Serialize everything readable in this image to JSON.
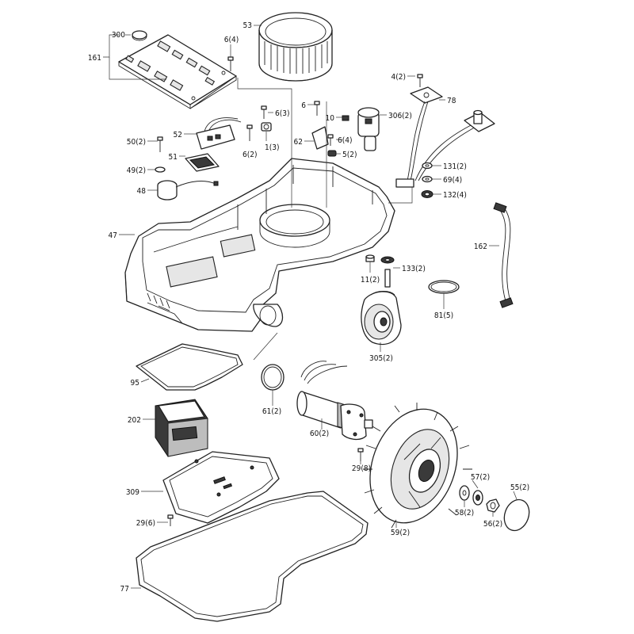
{
  "labels": {
    "l300": "300",
    "l161": "161",
    "l6_4_top": "6(4)",
    "l53": "53",
    "l4_2": "4(2)",
    "l78": "78",
    "l6_3": "6(3)",
    "l6": "6",
    "l10": "10",
    "l306_2": "306(2)",
    "l52": "52",
    "l50_2": "50(2)",
    "l1_3": "1(3)",
    "l62": "62",
    "l6_4_mid": "6(4)",
    "l51": "51",
    "l6_2": "6(2)",
    "l5_2": "5(2)",
    "l131_2": "131(2)",
    "l49_2": "49(2)",
    "l69_4": "69(4)",
    "l48": "48",
    "l132_4": "132(4)",
    "l162": "162",
    "l47": "47",
    "l133_2": "133(2)",
    "l11_2": "11(2)",
    "l81_5": "81(5)",
    "l305_2": "305(2)",
    "l95": "95",
    "l61_2": "61(2)",
    "l60_2": "60(2)",
    "l202": "202",
    "l29_8": "29(8)",
    "l57_2": "57(2)",
    "l55_2": "55(2)",
    "l309": "309",
    "l58_2": "58(2)",
    "l29_6": "29(6)",
    "l56_2": "56(2)",
    "l59_2": "59(2)",
    "l77": "77"
  }
}
